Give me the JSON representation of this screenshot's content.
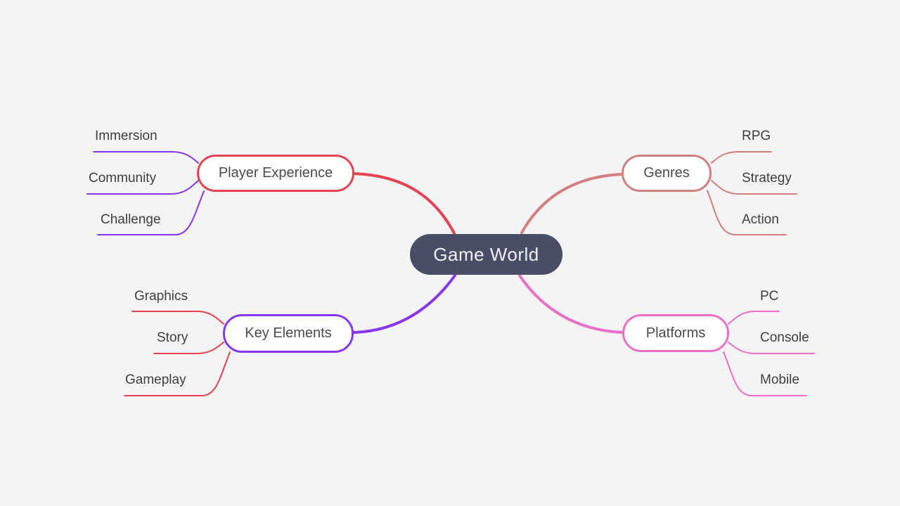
{
  "mindmap": {
    "background": "#f4f4f5",
    "root": {
      "label": "Game World",
      "fill": "#494d66",
      "text_color": "#eef0f5"
    },
    "branches": [
      {
        "label": "Player Experience",
        "color": "#e8414f",
        "children_line_color": "#8a36f0",
        "children": [
          {
            "label": "Immersion"
          },
          {
            "label": "Community"
          },
          {
            "label": "Challenge"
          }
        ]
      },
      {
        "label": "Genres",
        "color": "#d47f7f",
        "children_line_color": "#d47f7f",
        "children": [
          {
            "label": "RPG"
          },
          {
            "label": "Strategy"
          },
          {
            "label": "Action"
          }
        ]
      },
      {
        "label": "Key Elements",
        "color": "#8a36f0",
        "children_line_color": "#e8414f",
        "children": [
          {
            "label": "Graphics"
          },
          {
            "label": "Story"
          },
          {
            "label": "Gameplay"
          }
        ]
      },
      {
        "label": "Platforms",
        "color": "#ed6ec9",
        "children_line_color": "#ed6ec9",
        "children": [
          {
            "label": "PC"
          },
          {
            "label": "Console"
          },
          {
            "label": "Mobile"
          }
        ]
      }
    ]
  }
}
